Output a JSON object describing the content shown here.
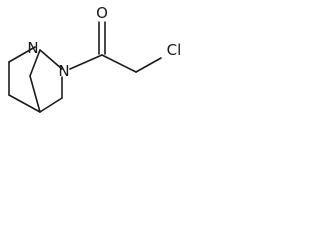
{
  "molecule": {
    "atoms": {
      "n1": "N",
      "n2": "N",
      "o": "O",
      "cl": "Cl"
    }
  }
}
